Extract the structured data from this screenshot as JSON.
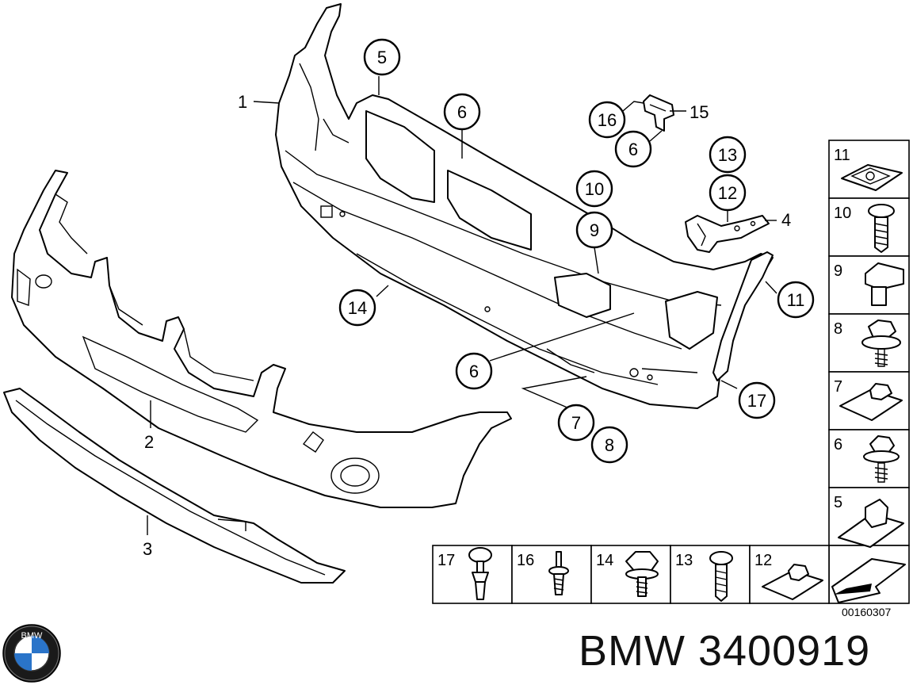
{
  "diagram": {
    "callouts": [
      {
        "id": "c5",
        "label": "5"
      },
      {
        "id": "c6a",
        "label": "6"
      },
      {
        "id": "c16",
        "label": "16"
      },
      {
        "id": "c6b",
        "label": "6"
      },
      {
        "id": "c13",
        "label": "13"
      },
      {
        "id": "c12",
        "label": "12"
      },
      {
        "id": "c10",
        "label": "10"
      },
      {
        "id": "c9",
        "label": "9"
      },
      {
        "id": "c14",
        "label": "14"
      },
      {
        "id": "c11",
        "label": "11"
      },
      {
        "id": "c6c",
        "label": "6"
      },
      {
        "id": "c17",
        "label": "17"
      },
      {
        "id": "c7",
        "label": "7"
      },
      {
        "id": "c8",
        "label": "8"
      }
    ],
    "plain_labels": [
      {
        "id": "p1",
        "label": "1"
      },
      {
        "id": "p2",
        "label": "2"
      },
      {
        "id": "p3",
        "label": "3"
      },
      {
        "id": "p15",
        "label": "15"
      },
      {
        "id": "p4",
        "label": "4"
      }
    ],
    "fastener_grid_right": [
      "11",
      "10",
      "9",
      "8",
      "7",
      "6",
      "5"
    ],
    "fastener_grid_bottom": [
      "17",
      "16",
      "14",
      "13",
      "12"
    ],
    "reference_number": "00160307"
  },
  "brand": {
    "logo_text": "BMW",
    "part_number_text": "BMW 3400919"
  }
}
